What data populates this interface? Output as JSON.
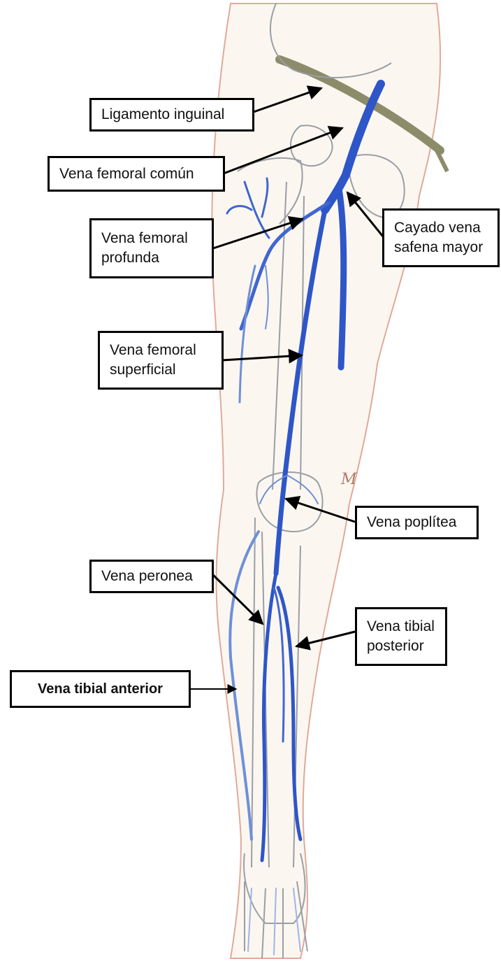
{
  "labels": {
    "ligamento_inguinal": "Ligamento inguinal",
    "vena_femoral_comun": "Vena femoral común",
    "vena_femoral_profunda_1": "Vena femoral",
    "vena_femoral_profunda_2": "profunda",
    "cayado_1": "Cayado vena",
    "cayado_2": "safena mayor",
    "vena_femoral_superficial_1": "Vena femoral",
    "vena_femoral_superficial_2": "superficial",
    "vena_poplitea": "Vena poplítea",
    "vena_peronea": "Vena peronea",
    "vena_tibial_posterior_1": "Vena tibial",
    "vena_tibial_posterior_2": "posterior",
    "vena_tibial_anterior": "Vena tibial anterior",
    "artist_mark": "M"
  },
  "colors": {
    "vein": "#2e56c8",
    "vein_light": "#6f8fd8",
    "bone": "#8a8f98",
    "skin": "#e6b7a8",
    "ligament": "#8c8c6a"
  }
}
